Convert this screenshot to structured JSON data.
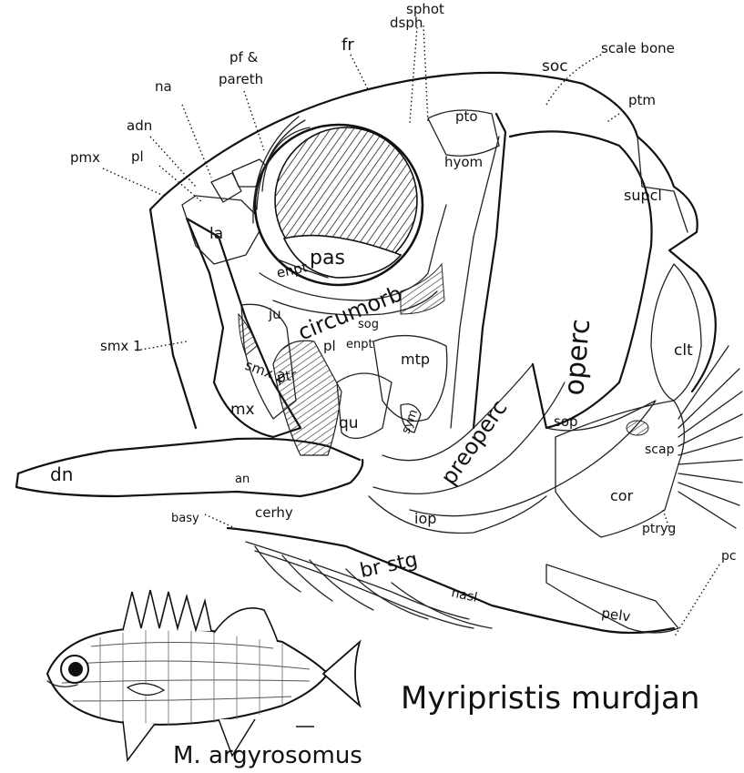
{
  "labels": {
    "fr": "fr",
    "dsph": "dsph",
    "sphot": "sphot",
    "pf_pareth_1": "pf &",
    "pf_pareth_2": "pareth",
    "scale_bone": "scale bone",
    "soc": "soc",
    "ptm": "ptm",
    "na": "na",
    "adn": "adn",
    "pto": "pto",
    "pmx": "pmx",
    "pl_top": "pl",
    "hyom": "hyom",
    "supcl": "supcl",
    "la": "la",
    "pas": "pas",
    "enpt_top": "enpt",
    "circumorb": "circumorb",
    "ju": "ju",
    "sog": "sog",
    "smx1": "smx 1",
    "pl_mid": "pl",
    "enpt_mid": "enpt",
    "mtp": "mtp",
    "operc": "operc",
    "clt": "clt",
    "smx2": "smx 2",
    "ptr": "ptr",
    "mx": "mx",
    "qu": "qu",
    "sym": "sym",
    "preoperc": "preoperc",
    "sop": "sop",
    "scap": "scap",
    "dn": "dn",
    "an": "an",
    "iop": "iop",
    "cor": "cor",
    "basy": "basy",
    "cerhy": "cerhy",
    "ptryg": "ptryg",
    "pc": "pc",
    "brstg": "br stg",
    "pelv": "pelv",
    "nasal_bottom": "nasl"
  },
  "species_title": "Myripristis murdjan",
  "inset_caption": "M. argyrosomus"
}
